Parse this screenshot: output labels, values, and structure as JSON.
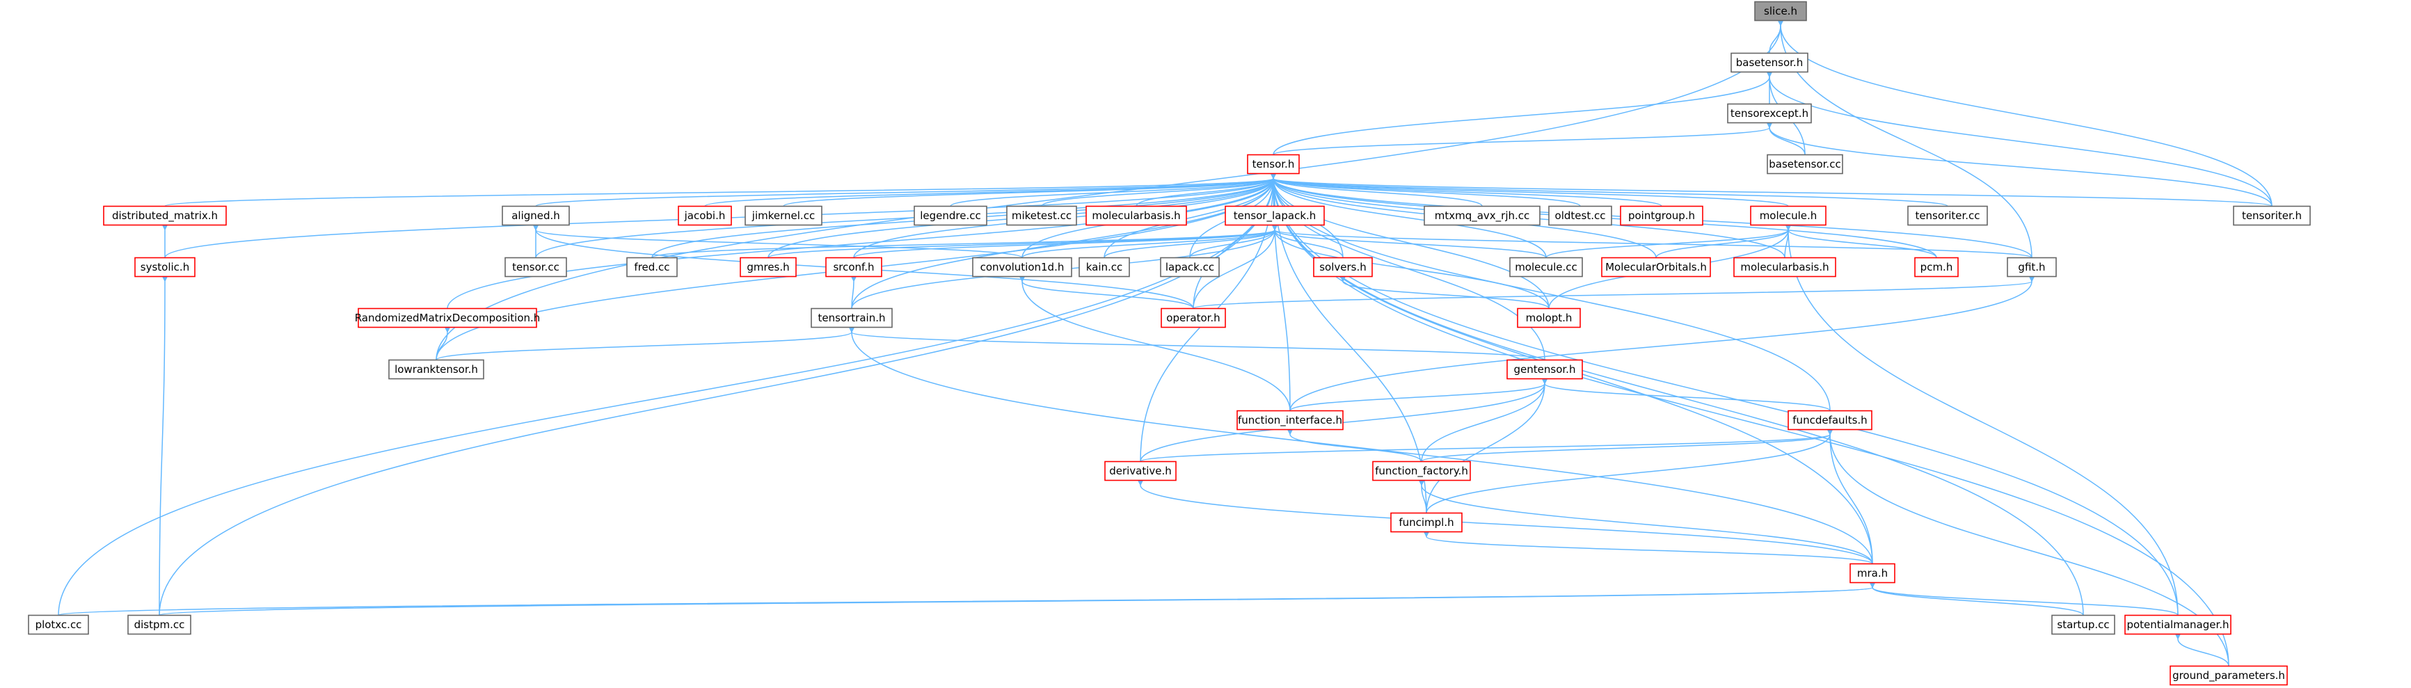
{
  "colors": {
    "edge": "#63b8ff",
    "node_fill": "#ffffff",
    "node_border_default": "#666666",
    "node_border_red": "#ff0000",
    "root_fill": "#999999",
    "root_border": "#666666"
  },
  "nodes": [
    {
      "id": "slice_h",
      "label": "slice.h",
      "style": "root"
    },
    {
      "id": "basetensor_h",
      "label": "basetensor.h",
      "style": "default"
    },
    {
      "id": "tensorexcept_h",
      "label": "tensorexcept.h",
      "style": "default"
    },
    {
      "id": "basetensor_cc",
      "label": "basetensor.cc",
      "style": "default"
    },
    {
      "id": "tensor_h",
      "label": "tensor.h",
      "style": "red"
    },
    {
      "id": "tensoriter_h",
      "label": "tensoriter.h",
      "style": "default"
    },
    {
      "id": "gfit_h",
      "label": "gfit.h",
      "style": "default"
    },
    {
      "id": "distributed_matrix_h",
      "label": "distributed_matrix.h",
      "style": "red"
    },
    {
      "id": "aligned_h",
      "label": "aligned.h",
      "style": "default"
    },
    {
      "id": "jacobi_h",
      "label": "jacobi.h",
      "style": "red"
    },
    {
      "id": "jimkernel_cc",
      "label": "jimkernel.cc",
      "style": "default"
    },
    {
      "id": "legendre_cc",
      "label": "legendre.cc",
      "style": "default"
    },
    {
      "id": "miketest_cc",
      "label": "miketest.cc",
      "style": "default"
    },
    {
      "id": "molecularbasis_h_top",
      "label": "molecularbasis.h",
      "style": "red"
    },
    {
      "id": "tensor_lapack_h",
      "label": "tensor_lapack.h",
      "style": "red"
    },
    {
      "id": "mtxmq_cc",
      "label": "mtxmq_avx_rjh.cc",
      "style": "default"
    },
    {
      "id": "oldtest_cc",
      "label": "oldtest.cc",
      "style": "default"
    },
    {
      "id": "pointgroup_h",
      "label": "pointgroup.h",
      "style": "red"
    },
    {
      "id": "molecule_h",
      "label": "molecule.h",
      "style": "red"
    },
    {
      "id": "tensoriter_cc",
      "label": "tensoriter.cc",
      "style": "default"
    },
    {
      "id": "systolic_h",
      "label": "systolic.h",
      "style": "red"
    },
    {
      "id": "tensor_cc",
      "label": "tensor.cc",
      "style": "default"
    },
    {
      "id": "fred_cc",
      "label": "fred.cc",
      "style": "default"
    },
    {
      "id": "gmres_h",
      "label": "gmres.h",
      "style": "red"
    },
    {
      "id": "srconf_h",
      "label": "srconf.h",
      "style": "red"
    },
    {
      "id": "convolution1d_h",
      "label": "convolution1d.h",
      "style": "default"
    },
    {
      "id": "kain_cc",
      "label": "kain.cc",
      "style": "default"
    },
    {
      "id": "lapack_cc",
      "label": "lapack.cc",
      "style": "default"
    },
    {
      "id": "solvers_h",
      "label": "solvers.h",
      "style": "red"
    },
    {
      "id": "molecule_cc",
      "label": "molecule.cc",
      "style": "default"
    },
    {
      "id": "molecularorbitals_h",
      "label": "MolecularOrbitals.h",
      "style": "red"
    },
    {
      "id": "molecularbasis_h",
      "label": "molecularbasis.h",
      "style": "red"
    },
    {
      "id": "pcm_h",
      "label": "pcm.h",
      "style": "red"
    },
    {
      "id": "randomized_h",
      "label": "RandomizedMatrixDecomposition.h",
      "style": "red"
    },
    {
      "id": "operator_h",
      "label": "operator.h",
      "style": "red"
    },
    {
      "id": "molopt_h",
      "label": "molopt.h",
      "style": "red"
    },
    {
      "id": "tensortrain_h",
      "label": "tensortrain.h",
      "style": "default"
    },
    {
      "id": "lowranktensor_h",
      "label": "lowranktensor.h",
      "style": "default"
    },
    {
      "id": "gentensor_h",
      "label": "gentensor.h",
      "style": "red"
    },
    {
      "id": "function_interface_h",
      "label": "function_interface.h",
      "style": "red"
    },
    {
      "id": "funcdefaults_h",
      "label": "funcdefaults.h",
      "style": "red"
    },
    {
      "id": "derivative_h",
      "label": "derivative.h",
      "style": "red"
    },
    {
      "id": "function_factory_h",
      "label": "function_factory.h",
      "style": "red"
    },
    {
      "id": "funcimpl_h",
      "label": "funcimpl.h",
      "style": "red"
    },
    {
      "id": "mra_h",
      "label": "mra.h",
      "style": "red"
    },
    {
      "id": "plotxc_cc",
      "label": "plotxc.cc",
      "style": "default"
    },
    {
      "id": "distpm_cc",
      "label": "distpm.cc",
      "style": "default"
    },
    {
      "id": "startup_cc",
      "label": "startup.cc",
      "style": "default"
    },
    {
      "id": "potentialmanager_h",
      "label": "potentialmanager.h",
      "style": "red"
    },
    {
      "id": "ground_parameters_h",
      "label": "ground_parameters.h",
      "style": "red"
    }
  ]
}
